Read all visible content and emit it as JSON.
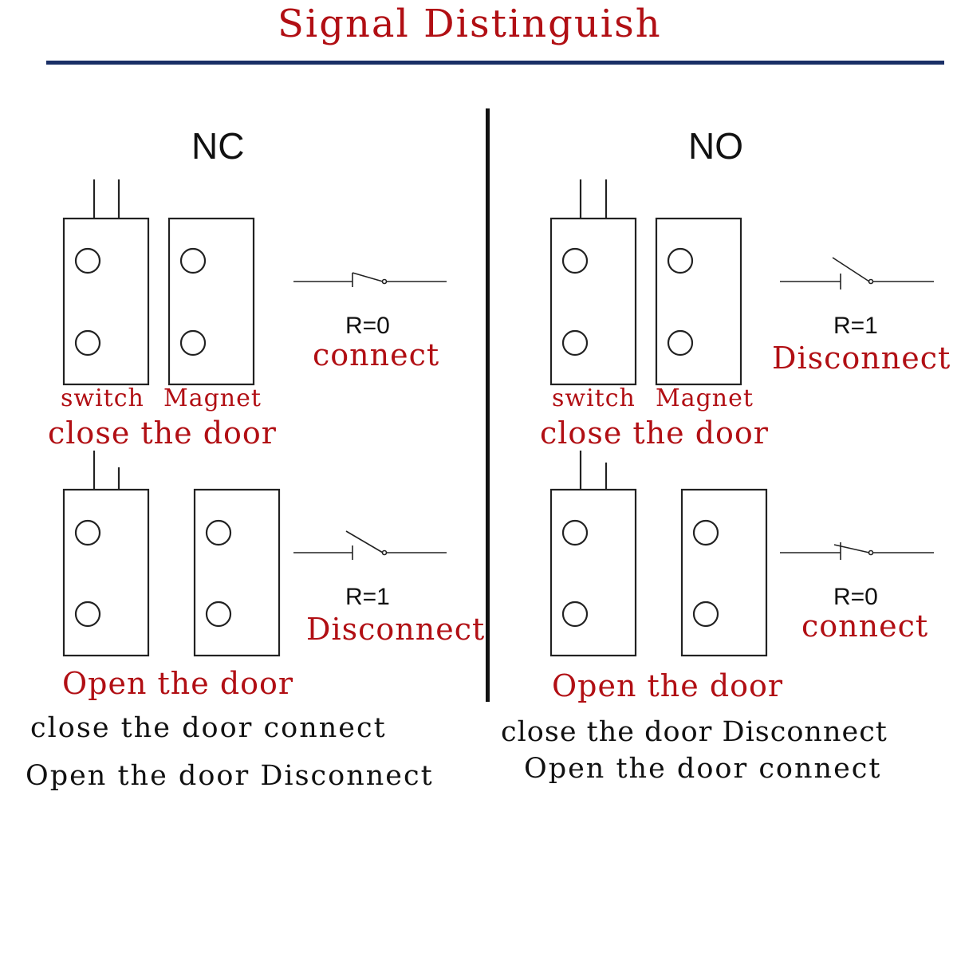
{
  "title": "Signal Distinguish",
  "colors": {
    "title_red": "#b10f14",
    "rule_blue": "#1a2f66",
    "ink": "#111111"
  },
  "nc": {
    "heading": "NC",
    "closed": {
      "resistance": "R=0",
      "state": "connect",
      "switch_label": "switch",
      "magnet_label": "Magnet",
      "caption": "close the door"
    },
    "open": {
      "resistance": "R=1",
      "state": "Disconnect",
      "caption": "Open the door"
    },
    "summary": [
      "close the door connect",
      "Open the door Disconnect"
    ]
  },
  "no": {
    "heading": "NO",
    "closed": {
      "resistance": "R=1",
      "state": "Disconnect",
      "switch_label": "switch",
      "magnet_label": "Magnet",
      "caption": "close the door"
    },
    "open": {
      "resistance": "R=0",
      "state": "connect",
      "caption": "Open the door"
    },
    "summary": [
      "close the door Disconnect",
      "Open the door connect"
    ]
  }
}
